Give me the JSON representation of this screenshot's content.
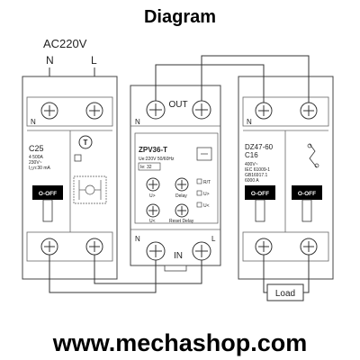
{
  "title": "Diagram",
  "supply": {
    "voltage": "AC220V",
    "n_label": "N",
    "l_label": "L"
  },
  "rcd": {
    "n_label": "N",
    "model": "C25",
    "specs": [
      "4 500A",
      "230V~",
      "I△n:30 mA"
    ],
    "t_button": "T",
    "off_label": "O-OFF"
  },
  "protector": {
    "out_label": "OUT",
    "in_label": "IN",
    "n_top": "N",
    "n_bottom": "N",
    "l_bottom": "L",
    "model": "ZPV36-T",
    "rating": "Ue:220V 50/60Hz",
    "current": "Ie: 32",
    "knob_labels": [
      "U>",
      "Delay",
      "U<",
      "Reset Delay"
    ],
    "indicators": [
      "R/T",
      "U>",
      "U<"
    ]
  },
  "breaker": {
    "n_label": "N",
    "model": "DZ47-60",
    "rating": "C16",
    "specs": [
      "400V~",
      "IEC 61009-1",
      "GB16917.1",
      "6000 A"
    ],
    "off_left": "O-OFF",
    "off_right": "O-OFF"
  },
  "load_label": "Load",
  "footer_url": "www.mechashop.com"
}
